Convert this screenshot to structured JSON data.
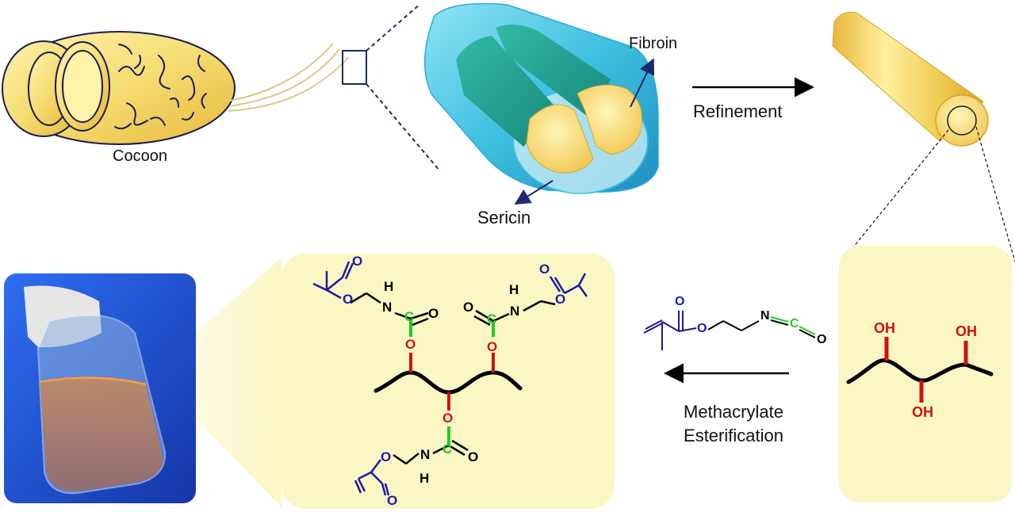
{
  "labels": {
    "cocoon": "Cocoon",
    "fibroin": "Fibroin",
    "sericin": "Sericin",
    "refinement": "Refinement",
    "methacrylate_line1": "Methacrylate",
    "methacrylate_line2": "Esterification"
  },
  "chem": {
    "hydroxyl": "OH",
    "oxygen": "O",
    "nitrogen": "N",
    "carbon": "C",
    "hydrogen": "H"
  },
  "colors": {
    "silk_yellow": "#f2cf5a",
    "panel_yellow": "#fbf7c4",
    "sericin_cyan": "#3fc0e0",
    "fibroin_teal": "#1fa898",
    "bond_black": "#000000",
    "hydroxyl_red": "#d21010",
    "carbamate_green": "#22cc22",
    "methacrylate_blue": "#1a1aa8",
    "arrow_navy": "#1c2a6b",
    "photo_blue": "#1f4fd0"
  }
}
